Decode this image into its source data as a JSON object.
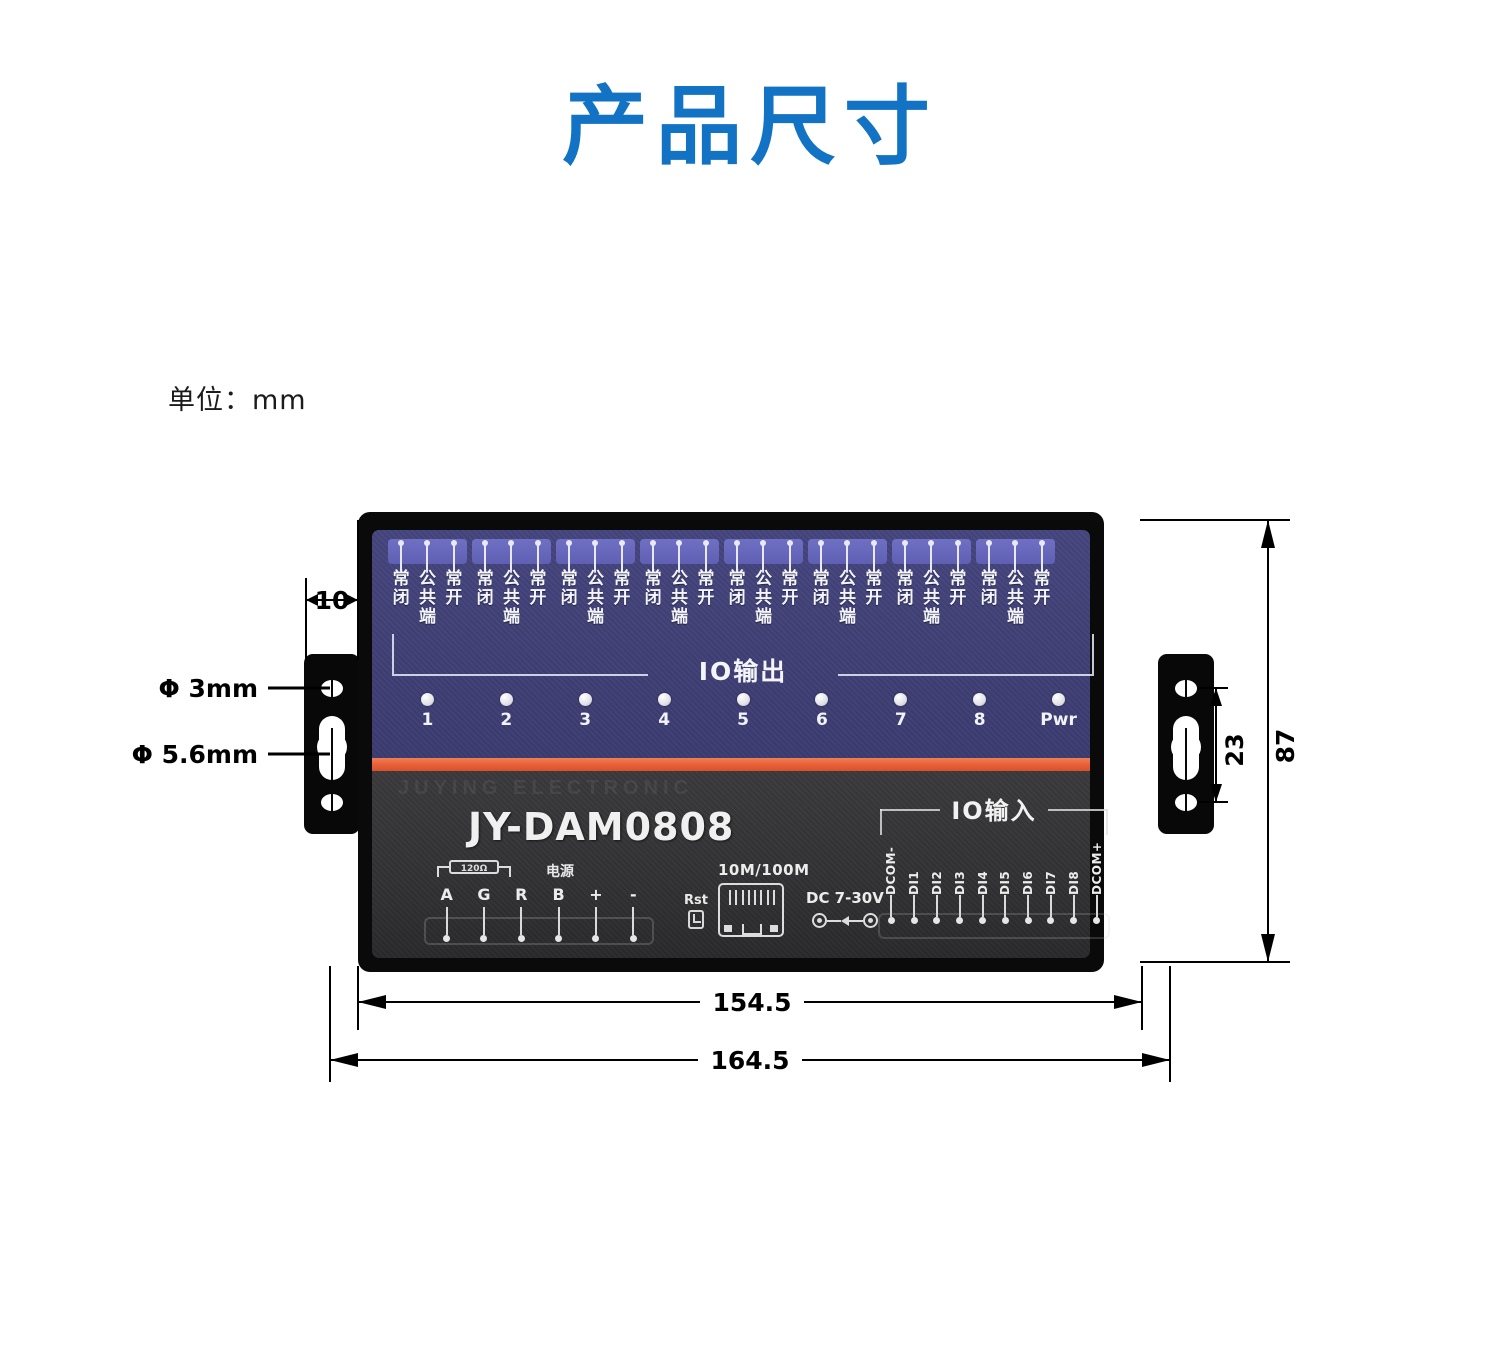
{
  "page": {
    "title": "产品尺寸",
    "unit_note": "单位：mm"
  },
  "device": {
    "model": "JY-DAM0808",
    "watermark": "JUYING ELECTRONIC",
    "io_output_label": "IO输出",
    "io_input_label": "IO输入",
    "power_label_cn": "电源",
    "resistor_label": "120Ω",
    "ethernet_speed": "10M/100M",
    "dc_input": "DC 7-30V",
    "reset_label": "Rst",
    "relay_terminal_labels": [
      "常闭",
      "公共端",
      "常开"
    ],
    "relay_group_count": 8,
    "leds": [
      "1",
      "2",
      "3",
      "4",
      "5",
      "6",
      "7",
      "8",
      "Pwr"
    ],
    "serial_pins": [
      "A",
      "G",
      "R",
      "B",
      "+",
      "-"
    ],
    "input_pins": [
      "DCOM-",
      "DI1",
      "DI2",
      "DI3",
      "DI4",
      "DI5",
      "DI6",
      "DI7",
      "DI8",
      "DCOM+"
    ]
  },
  "dimensions": {
    "bracket_width": "10",
    "hole_small": "Φ 3mm",
    "hole_large": "Φ 5.6mm",
    "hole_spacing": "23",
    "height_total": "87",
    "width_body": "154.5",
    "width_total": "164.5"
  },
  "colors": {
    "title_blue": "#1272c4",
    "panel_purple": "#3f3f74",
    "stripe_orange": "#e9603a",
    "panel_dark": "#313133",
    "chassis_black": "#0a0a0a",
    "connector_blue": "#6f6fc4"
  }
}
